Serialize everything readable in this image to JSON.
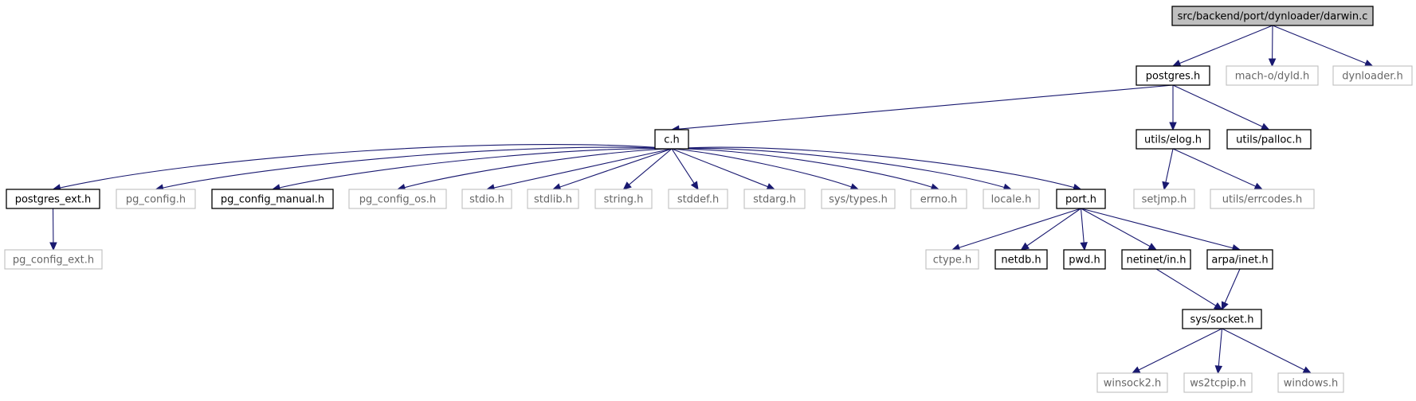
{
  "diagram": {
    "colors": {
      "edge": "#191970",
      "root_fill": "#bfbfbf",
      "node_border": "#000000",
      "ghost_border": "#bfbfbf",
      "ghost_text": "#666666",
      "background": "#ffffff"
    },
    "nodes": [
      {
        "id": "darwin_c",
        "label": "src/backend/port/dynloader/darwin.c",
        "kind": "root"
      },
      {
        "id": "postgres_h",
        "label": "postgres.h",
        "kind": "file"
      },
      {
        "id": "mach_dyld_h",
        "label": "mach-o/dyld.h",
        "kind": "ghost"
      },
      {
        "id": "dynloader_h",
        "label": "dynloader.h",
        "kind": "ghost"
      },
      {
        "id": "c_h",
        "label": "c.h",
        "kind": "file"
      },
      {
        "id": "utils_elog_h",
        "label": "utils/elog.h",
        "kind": "file"
      },
      {
        "id": "utils_palloc_h",
        "label": "utils/palloc.h",
        "kind": "file"
      },
      {
        "id": "postgres_ext_h",
        "label": "postgres_ext.h",
        "kind": "file"
      },
      {
        "id": "pg_config_h",
        "label": "pg_config.h",
        "kind": "ghost"
      },
      {
        "id": "pg_config_manual_h",
        "label": "pg_config_manual.h",
        "kind": "file"
      },
      {
        "id": "pg_config_os_h",
        "label": "pg_config_os.h",
        "kind": "ghost"
      },
      {
        "id": "stdio_h",
        "label": "stdio.h",
        "kind": "ghost"
      },
      {
        "id": "stdlib_h",
        "label": "stdlib.h",
        "kind": "ghost"
      },
      {
        "id": "string_h",
        "label": "string.h",
        "kind": "ghost"
      },
      {
        "id": "stddef_h",
        "label": "stddef.h",
        "kind": "ghost"
      },
      {
        "id": "stdarg_h",
        "label": "stdarg.h",
        "kind": "ghost"
      },
      {
        "id": "sys_types_h",
        "label": "sys/types.h",
        "kind": "ghost"
      },
      {
        "id": "errno_h",
        "label": "errno.h",
        "kind": "ghost"
      },
      {
        "id": "locale_h",
        "label": "locale.h",
        "kind": "ghost"
      },
      {
        "id": "port_h",
        "label": "port.h",
        "kind": "file"
      },
      {
        "id": "setjmp_h",
        "label": "setjmp.h",
        "kind": "ghost"
      },
      {
        "id": "utils_errcodes_h",
        "label": "utils/errcodes.h",
        "kind": "ghost"
      },
      {
        "id": "pg_config_ext_h",
        "label": "pg_config_ext.h",
        "kind": "ghost"
      },
      {
        "id": "ctype_h",
        "label": "ctype.h",
        "kind": "ghost"
      },
      {
        "id": "netdb_h",
        "label": "netdb.h",
        "kind": "file"
      },
      {
        "id": "pwd_h",
        "label": "pwd.h",
        "kind": "file"
      },
      {
        "id": "netinet_in_h",
        "label": "netinet/in.h",
        "kind": "file"
      },
      {
        "id": "arpa_inet_h",
        "label": "arpa/inet.h",
        "kind": "file"
      },
      {
        "id": "sys_socket_h",
        "label": "sys/socket.h",
        "kind": "file"
      },
      {
        "id": "winsock2_h",
        "label": "winsock2.h",
        "kind": "ghost"
      },
      {
        "id": "ws2tcpip_h",
        "label": "ws2tcpip.h",
        "kind": "ghost"
      },
      {
        "id": "windows_h",
        "label": "windows.h",
        "kind": "ghost"
      }
    ],
    "edges": [
      [
        "darwin_c",
        "postgres_h"
      ],
      [
        "darwin_c",
        "mach_dyld_h"
      ],
      [
        "darwin_c",
        "dynloader_h"
      ],
      [
        "postgres_h",
        "c_h"
      ],
      [
        "postgres_h",
        "utils_elog_h"
      ],
      [
        "postgres_h",
        "utils_palloc_h"
      ],
      [
        "c_h",
        "postgres_ext_h"
      ],
      [
        "c_h",
        "pg_config_h"
      ],
      [
        "c_h",
        "pg_config_manual_h"
      ],
      [
        "c_h",
        "pg_config_os_h"
      ],
      [
        "c_h",
        "stdio_h"
      ],
      [
        "c_h",
        "stdlib_h"
      ],
      [
        "c_h",
        "string_h"
      ],
      [
        "c_h",
        "stddef_h"
      ],
      [
        "c_h",
        "stdarg_h"
      ],
      [
        "c_h",
        "sys_types_h"
      ],
      [
        "c_h",
        "errno_h"
      ],
      [
        "c_h",
        "locale_h"
      ],
      [
        "c_h",
        "port_h"
      ],
      [
        "utils_elog_h",
        "setjmp_h"
      ],
      [
        "utils_elog_h",
        "utils_errcodes_h"
      ],
      [
        "postgres_ext_h",
        "pg_config_ext_h"
      ],
      [
        "port_h",
        "ctype_h"
      ],
      [
        "port_h",
        "netdb_h"
      ],
      [
        "port_h",
        "pwd_h"
      ],
      [
        "port_h",
        "netinet_in_h"
      ],
      [
        "port_h",
        "arpa_inet_h"
      ],
      [
        "netinet_in_h",
        "sys_socket_h"
      ],
      [
        "arpa_inet_h",
        "sys_socket_h"
      ],
      [
        "sys_socket_h",
        "winsock2_h"
      ],
      [
        "sys_socket_h",
        "ws2tcpip_h"
      ],
      [
        "sys_socket_h",
        "windows_h"
      ]
    ]
  }
}
